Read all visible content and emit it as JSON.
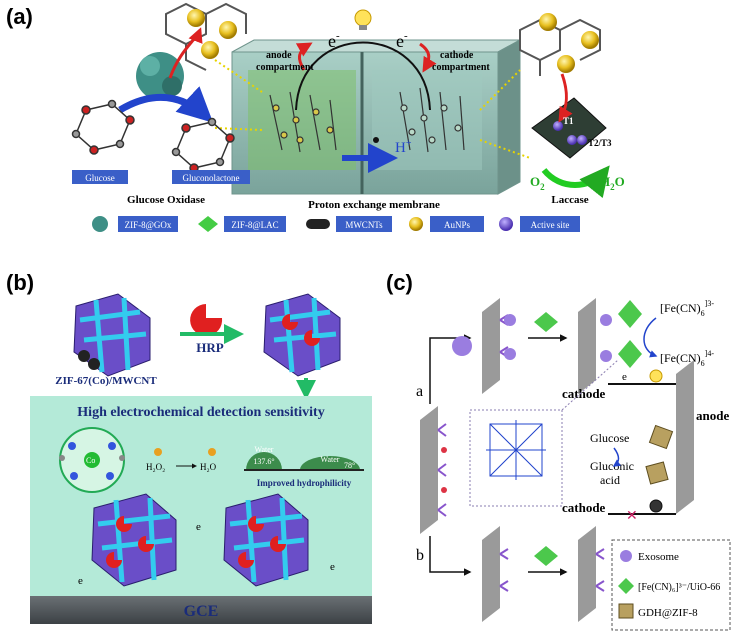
{
  "panel_a": {
    "label": "(a)",
    "electron_left": "e",
    "electron_right": "e",
    "electron_sup": "-",
    "anode_compartment": [
      "anode",
      "compartment"
    ],
    "cathode_compartment": [
      "cathode",
      "compartment"
    ],
    "proton": "H",
    "proton_sup": "+",
    "glucose_box": "Glucose",
    "gluconolactone_box": "Gluconolactone",
    "glucose_oxidase": "Glucose Oxidase",
    "membrane": "Proton exchange membrane",
    "laccase": "Laccase",
    "o2": "O",
    "o2_sub": "2",
    "h2o": "H",
    "h2o_sub": "2",
    "h2o_tail": "O",
    "t1": "T1",
    "t2t3": "T2/T3",
    "legend": [
      "ZIF-8@GOx",
      "ZIF-8@LAC",
      "MWCNTs",
      "AuNPs",
      "Active site"
    ],
    "colors": {
      "tank": "#8fb8b0",
      "legend_box": "#3a5fc8",
      "arrow": "#2244cc",
      "electron_arrow": "#dd2222",
      "green_arrow": "#33cc33"
    }
  },
  "panel_b": {
    "label": "(b)",
    "hrp": "HRP",
    "mof_label": "ZIF-67(Co)/MWCNT",
    "headline": "High electrochemical detection sensitivity",
    "cobalt": "Co",
    "h2o2": "H₂O₂",
    "h2o": "H₂O",
    "water1": "Water",
    "angle1": "137.6°",
    "water2": "Water",
    "angle2": "78°",
    "hydrophilicity": "Improved hydrophilicity",
    "electrode": "GCE",
    "electron": "e",
    "colors": {
      "panel_bg": "#b4ead8",
      "electrode": "#555a5e",
      "headline": "#1a2c7a",
      "hrp": "#e02020"
    }
  },
  "panel_c": {
    "label": "(c)",
    "fe3": "[Fe(CN)",
    "fe3_sub": "6",
    "fe3_sup": "]3-",
    "fe4": "[Fe(CN)",
    "fe4_sub": "6",
    "fe4_sup": "]4-",
    "electron": "e",
    "cathode_top": "cathode",
    "anode": "anode",
    "glucose": "Glucose",
    "gluconic": "Gluconic",
    "acid": "acid",
    "cathode_bottom": "cathode",
    "branch_a": "a",
    "branch_b": "b",
    "legend": [
      "Exosome",
      "[Fe(CN)₆]³⁻/UiO-66",
      "GDH@ZIF-8"
    ],
    "colors": {
      "electrode": "#9a9a9a",
      "exosome": "#9a7de0",
      "octahedron": "#4cc84c",
      "gdh": "#b8a060"
    }
  }
}
